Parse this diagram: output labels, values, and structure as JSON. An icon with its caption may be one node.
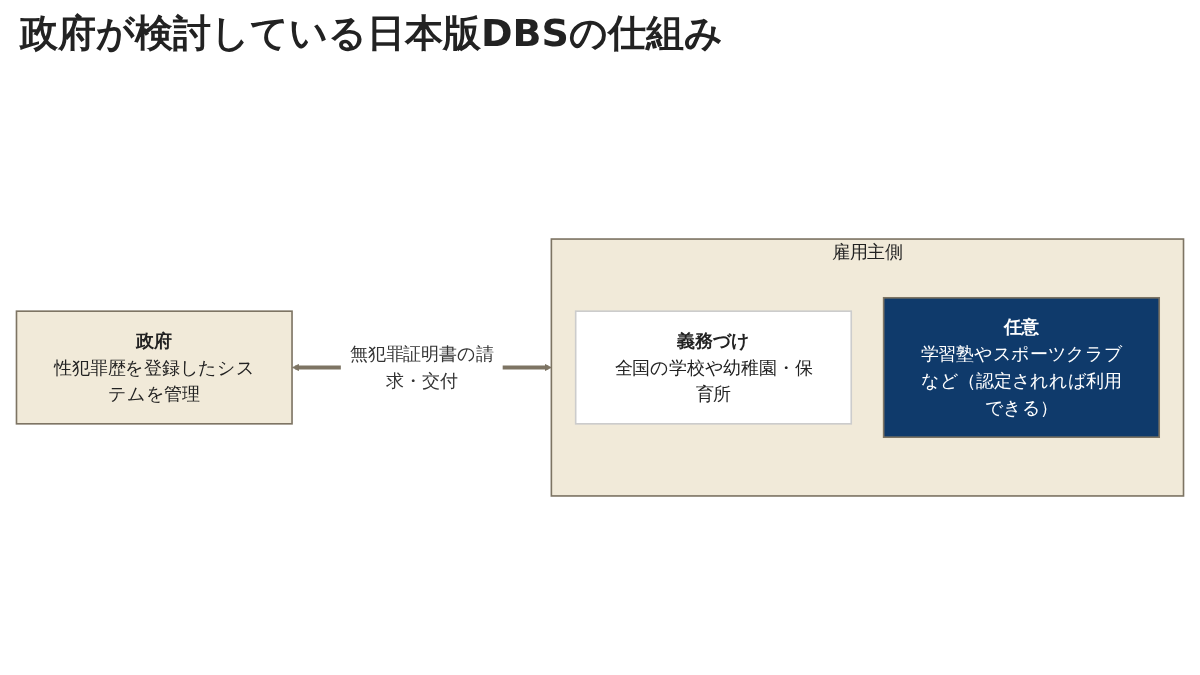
{
  "diagram": {
    "title": "政府が検討している日本版DBSの仕組み",
    "nodes": [
      {
        "text": [
          "政府",
          "性犯罪歴を登録したシステムを管理"
        ]
      },
      {
        "text": [
          "雇用主側"
        ]
      },
      {
        "text": [
          "義務づけ",
          "全国の学校や幼稚園・保育所"
        ],
        "in": 1
      },
      {
        "text": [
          "任意",
          "学習塾やスポーツクラブなど（認定されれば利用できる）"
        ],
        "in": 1
      }
    ],
    "edges": [
      {
        "from": 0,
        "to": 1,
        "arrow": "both",
        "label": "無犯罪証明書の請求・交付"
      }
    ]
  }
}
